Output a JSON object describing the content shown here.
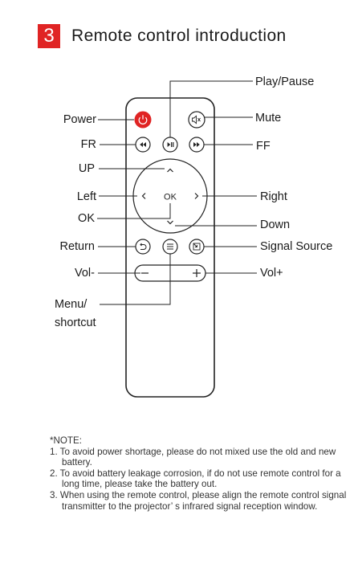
{
  "header": {
    "number": "3",
    "title": "Remote control introduction"
  },
  "labels": {
    "play_pause": "Play/Pause",
    "power": "Power",
    "mute": "Mute",
    "fr": "FR",
    "ff": "FF",
    "up": "UP",
    "left": "Left",
    "ok_center": "OK",
    "right": "Right",
    "ok": "OK",
    "down": "Down",
    "return": "Return",
    "signal_source": "Signal Source",
    "vol_minus": "Vol-",
    "vol_plus": "Vol+",
    "menu_line1": "Menu/",
    "menu_line2": "shortcut"
  },
  "notes": {
    "heading": "*NOTE:",
    "items": [
      "1. To avoid power shortage, please do not mixed use the old and new battery.",
      "2. To avoid battery leakage corrosion, if do not use remote control for a long time, please take the battery out.",
      "3. When using the remote control, please align the remote control signal transmitter to the projector’ s infrared signal reception window."
    ]
  },
  "colors": {
    "accent": "#e02424",
    "line": "#222222"
  }
}
